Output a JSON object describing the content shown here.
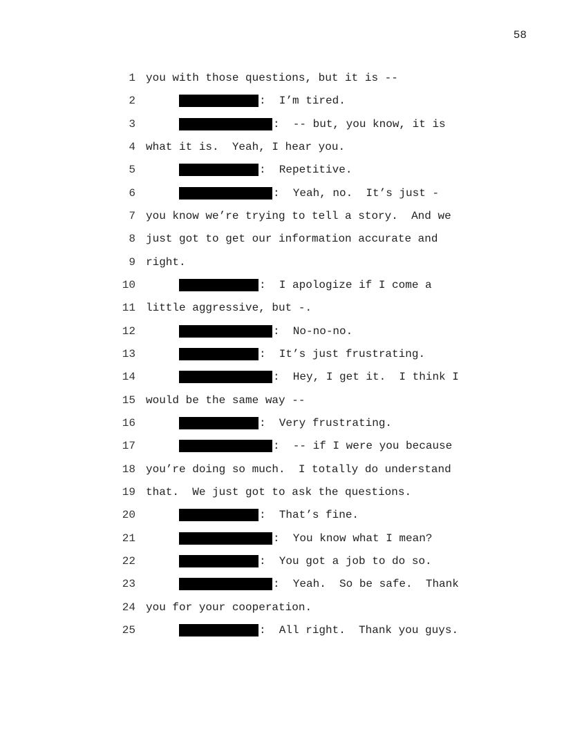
{
  "page_number": "58",
  "lines": [
    {
      "n": "1",
      "speaker": null,
      "text": "you with those questions, but it is --"
    },
    {
      "n": "2",
      "speaker": "short",
      "text": ":  I’m tired."
    },
    {
      "n": "3",
      "speaker": "long",
      "text": ":  -- but, you know, it is"
    },
    {
      "n": "4",
      "speaker": null,
      "text": "what it is.  Yeah, I hear you."
    },
    {
      "n": "5",
      "speaker": "short",
      "text": ":  Repetitive."
    },
    {
      "n": "6",
      "speaker": "long",
      "text": ":  Yeah, no.  It’s just -"
    },
    {
      "n": "7",
      "speaker": null,
      "text": "you know we’re trying to tell a story.  And we"
    },
    {
      "n": "8",
      "speaker": null,
      "text": "just got to get our information accurate and"
    },
    {
      "n": "9",
      "speaker": null,
      "text": "right."
    },
    {
      "n": "10",
      "speaker": "short",
      "text": ":  I apologize if I come a"
    },
    {
      "n": "11",
      "speaker": null,
      "text": "little aggressive, but -."
    },
    {
      "n": "12",
      "speaker": "long",
      "text": ":  No-no-no."
    },
    {
      "n": "13",
      "speaker": "short",
      "text": ":  It’s just frustrating."
    },
    {
      "n": "14",
      "speaker": "long",
      "text": ":  Hey, I get it.  I think I"
    },
    {
      "n": "15",
      "speaker": null,
      "text": "would be the same way --"
    },
    {
      "n": "16",
      "speaker": "short",
      "text": ":  Very frustrating."
    },
    {
      "n": "17",
      "speaker": "long",
      "text": ":  -- if I were you because"
    },
    {
      "n": "18",
      "speaker": null,
      "text": "you’re doing so much.  I totally do understand"
    },
    {
      "n": "19",
      "speaker": null,
      "text": "that.  We just got to ask the questions."
    },
    {
      "n": "20",
      "speaker": "short",
      "text": ":  That’s fine."
    },
    {
      "n": "21",
      "speaker": "long",
      "text": ":  You know what I mean?"
    },
    {
      "n": "22",
      "speaker": "short",
      "text": ":  You got a job to do so."
    },
    {
      "n": "23",
      "speaker": "long",
      "text": ":  Yeah.  So be safe.  Thank"
    },
    {
      "n": "24",
      "speaker": null,
      "text": "you for your cooperation."
    },
    {
      "n": "25",
      "speaker": "short",
      "text": ":  All right.  Thank you guys."
    }
  ]
}
